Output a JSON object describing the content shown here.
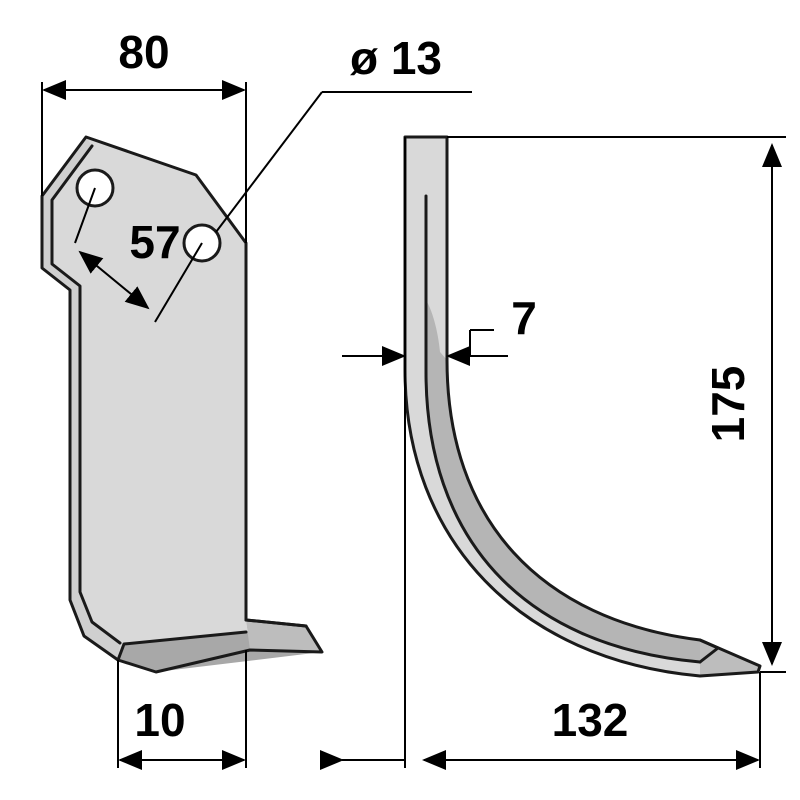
{
  "drawing": {
    "title": "rotary tiller blade technical drawing",
    "colors": {
      "line": "#1a1a1a",
      "body_light": "#d9d9d9",
      "body_mid": "#c2c2c2",
      "body_dark": "#a8a8a8",
      "background": "#ffffff"
    },
    "dimensions": {
      "width_top": "80",
      "hole_diameter": "ø 13",
      "hole_spacing": "57",
      "thickness": "7",
      "height": "175",
      "edge_offset": "10",
      "length": "132"
    },
    "views": [
      {
        "name": "front-view",
        "label": ""
      },
      {
        "name": "side-view",
        "label": ""
      }
    ]
  }
}
